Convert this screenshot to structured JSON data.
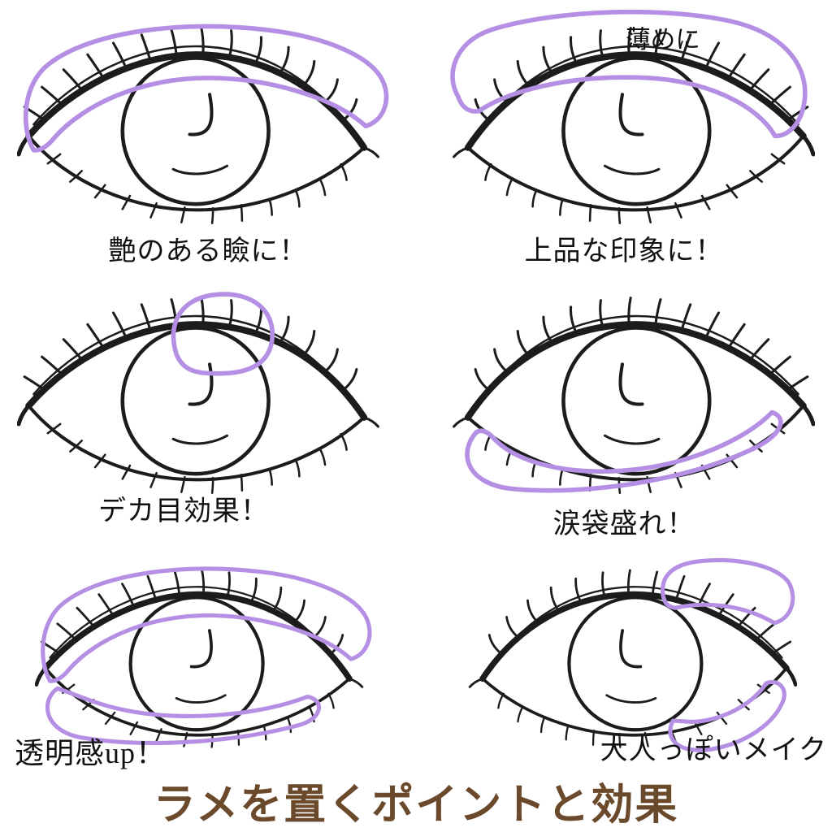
{
  "title": {
    "text": "ラメを置くポイントと効果",
    "color": "#6b4a2c"
  },
  "colors": {
    "highlight": "#b48fe4",
    "ink": "#1c1c1c",
    "label": "#111111"
  },
  "panels": [
    {
      "name": "glossy-lid",
      "label": "艶のある瞼に！"
    },
    {
      "name": "elegant",
      "label": "上品な印象に！",
      "annotation": "薄めに"
    },
    {
      "name": "big-eye",
      "label": "デカ目効果！"
    },
    {
      "name": "tear-bag",
      "label": "涙袋盛れ！"
    },
    {
      "name": "clarity",
      "label": "透明感up！"
    },
    {
      "name": "mature",
      "label": "大人っぽいメイク"
    }
  ]
}
